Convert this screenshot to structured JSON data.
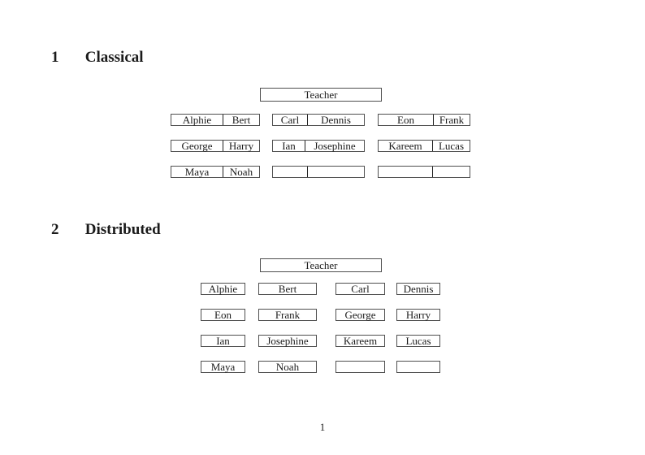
{
  "document": {
    "page_number": "1"
  },
  "classical": {
    "heading_number": "1",
    "heading_title": "Classical",
    "teacher_label": "Teacher",
    "desks": [
      {
        "left": "Alphie",
        "right": "Bert"
      },
      {
        "left": "Carl",
        "right": "Dennis"
      },
      {
        "left": "Eon",
        "right": "Frank"
      },
      {
        "left": "George",
        "right": "Harry"
      },
      {
        "left": "Ian",
        "right": "Josephine"
      },
      {
        "left": "Kareem",
        "right": "Lucas"
      },
      {
        "left": "Maya",
        "right": "Noah"
      },
      {
        "left": "",
        "right": ""
      },
      {
        "left": "",
        "right": ""
      }
    ]
  },
  "distributed": {
    "heading_number": "2",
    "heading_title": "Distributed",
    "teacher_label": "Teacher",
    "seats": [
      "Alphie",
      "Bert",
      "Carl",
      "Dennis",
      "Eon",
      "Frank",
      "George",
      "Harry",
      "Ian",
      "Josephine",
      "Kareem",
      "Lucas",
      "Maya",
      "Noah",
      "",
      ""
    ]
  },
  "colors": {
    "text": "#1a1a1a",
    "border": "#4f4f4f",
    "divider": "#1f1f1f",
    "background": "#ffffff"
  }
}
